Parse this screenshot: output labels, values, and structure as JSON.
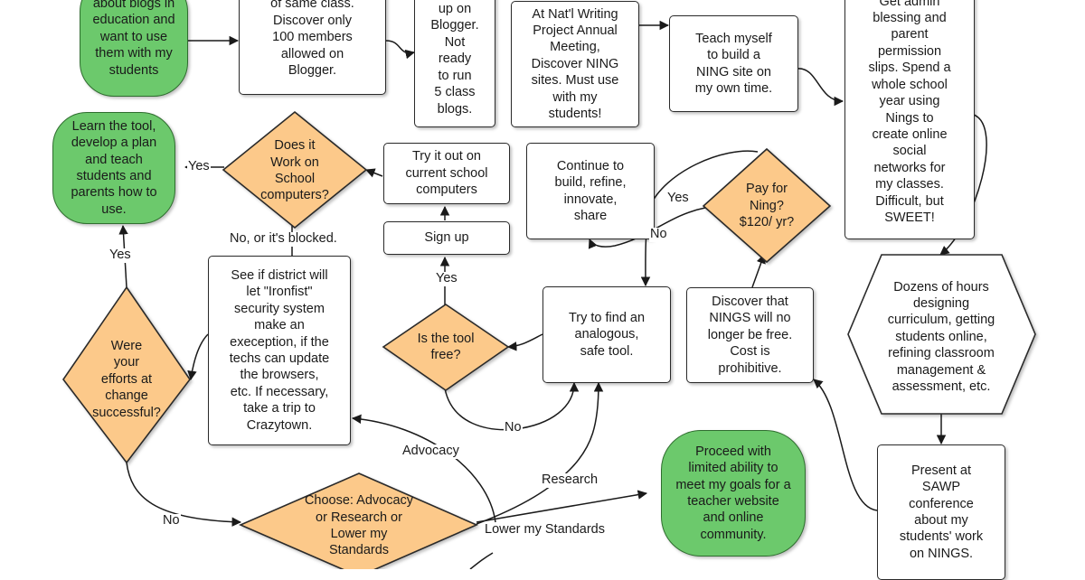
{
  "nodes": {
    "start": "about blogs in\neducation and\nwant to use\nthem with my\nstudents",
    "same_class": "of same class.\nDiscover only\n100 members\nallowed on\nBlogger.",
    "blogger": "up on\nBlogger.\nNot\nready\nto run\n5 class\nblogs.",
    "natl": "At Nat'l Writing\nProject Annual\nMeeting,\nDiscover NING\nsites. Must use\nwith my\nstudents!",
    "teach_myself": "Teach myself\nto build a\nNING site on\nmy own time.",
    "admin": "Get admin\nblessing and\nparent\npermission\nslips. Spend a\nwhole school\nyear using\nNings to\ncreate online\nsocial\nnetworks for\nmy classes.\nDifficult, but\nSWEET!",
    "learn": "Learn the tool,\ndevelop a plan\nand teach\nstudents and\nparents how to\nuse.",
    "work_school": "Does it\nWork on\nSchool\ncomputers?",
    "try_out": "Try it out on\ncurrent school\ncomputers",
    "sign_up": "Sign up",
    "continue": "Continue to\nbuild, refine,\ninnovate,\nshare",
    "pay": "Pay for\nNing?\n$120/ yr?",
    "dozens": "Dozens of hours\ndesigning\ncurriculum, getting\nstudents online,\nrefining classroom\nmanagement &\nassessment, etc.",
    "see_district": "See if district will\nlet \"Ironfist\"\nsecurity system\nmake an\nexeception, if the\ntechs can update\nthe browsers,\netc. If necessary,\ntake a trip to\nCrazytown.",
    "efforts": "Were\nyour\nefforts at\nchange\nsuccessful?",
    "tool_free": "Is the tool\nfree?",
    "analogous": "Try to find an\nanalogous,\nsafe tool.",
    "discover_nings": "Discover that\nNINGS will no\nlonger be free.\nCost is\nprohibitive.",
    "proceed": "Proceed with\nlimited ability to\nmeet my goals for a\nteacher website\nand online\ncommunity.",
    "present": "Present at\nSAWP\nconference\nabout my\nstudents' work\non NINGS.",
    "choose": "Choose: Advocacy\nor Research or\nLower my\nStandards"
  },
  "edge_labels": {
    "yes_learn": "Yes",
    "yes_up": "Yes",
    "blocked": "No, or it's blocked.",
    "yes_signup": "Yes",
    "yes_pay": "Yes",
    "no_pay": "No",
    "no_free": "No",
    "no_efforts": "No",
    "advocacy": "Advocacy",
    "research": "Research",
    "lower": "Lower my Standards"
  },
  "colors": {
    "green_fill": "#6cc96c",
    "orange_fill": "#fcc98a",
    "white_fill": "#ffffff",
    "stroke": "#2a2a2a"
  }
}
